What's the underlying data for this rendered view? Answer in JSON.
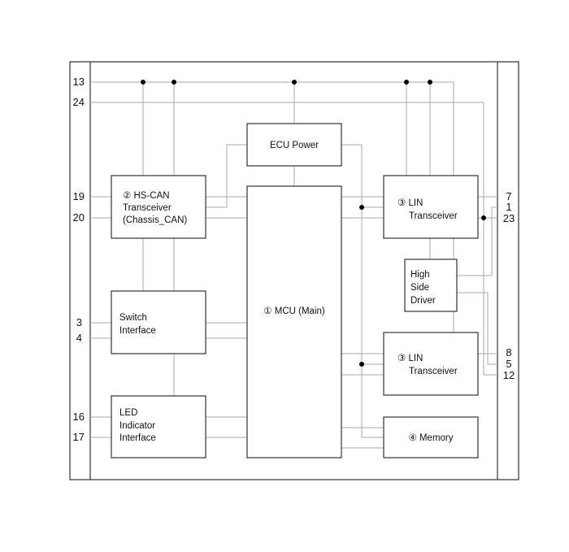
{
  "diagram": {
    "blocks": {
      "ecu_power": {
        "lines": [
          "ECU Power"
        ]
      },
      "hs_can": {
        "lines": [
          "② HS-CAN",
          "Transceiver",
          "(Chassis_CAN)"
        ]
      },
      "mcu": {
        "lines": [
          "① MCU (Main)"
        ]
      },
      "lin1": {
        "lines": [
          "③ LIN",
          "Transceiver"
        ]
      },
      "lin2": {
        "lines": [
          "③ LIN",
          "Transceiver"
        ]
      },
      "high_side": {
        "lines": [
          "High",
          "Side",
          "Driver"
        ]
      },
      "switch_if": {
        "lines": [
          "Switch",
          "Interface"
        ]
      },
      "led_if": {
        "lines": [
          "LED",
          "Indicator",
          "Interface"
        ]
      },
      "memory": {
        "lines": [
          "④ Memory"
        ]
      }
    },
    "pins_left": [
      "13",
      "24",
      "19",
      "20",
      "3",
      "4",
      "16",
      "17"
    ],
    "pins_right": [
      "7",
      "1",
      "23",
      "8",
      "5",
      "12"
    ]
  }
}
